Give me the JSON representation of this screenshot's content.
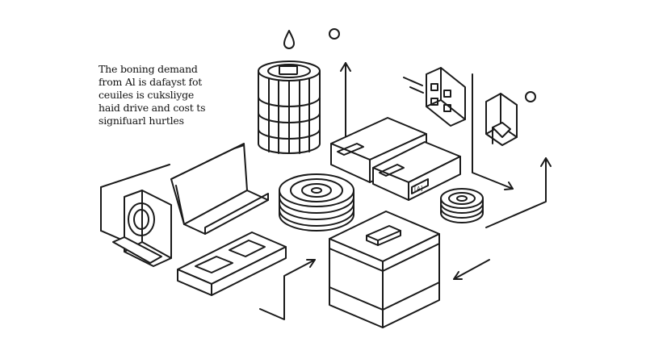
{
  "caption": {
    "lines": [
      "The boning demand",
      "from Al is dafayst fot",
      "ceuiles is cuksliyge",
      "haid drive and cost ts",
      "signifuarl hurtles"
    ]
  },
  "drive_label": "[A]",
  "colors": {
    "line": "#1a1a1a",
    "background": "#ffffff"
  },
  "icons": [
    "water-drop-icon",
    "battery-cylinder-icon",
    "circuit-panel-icon",
    "tablet-device-icon",
    "speaker-icon",
    "laptop-icon",
    "ssd-module-icon",
    "hard-drive-icon",
    "disk-platter-stack-icon",
    "small-disk-stack-icon",
    "server-box-icon"
  ]
}
